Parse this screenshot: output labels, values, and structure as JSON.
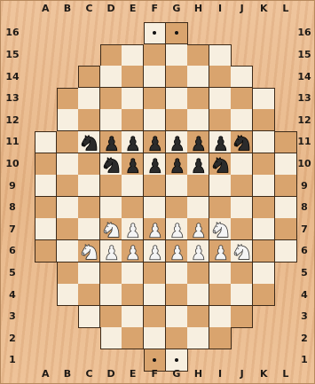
{
  "board": {
    "files": [
      "A",
      "B",
      "C",
      "D",
      "E",
      "F",
      "G",
      "H",
      "I",
      "J",
      "K",
      "L"
    ],
    "ranks": [
      "16",
      "15",
      "14",
      "13",
      "12",
      "11",
      "10",
      "9",
      "8",
      "7",
      "6",
      "5",
      "4",
      "3",
      "2",
      "1"
    ],
    "row_ranges": [
      [
        5,
        6
      ],
      [
        3,
        8
      ],
      [
        2,
        9
      ],
      [
        1,
        10
      ],
      [
        1,
        10
      ],
      [
        0,
        11
      ],
      [
        0,
        11
      ],
      [
        0,
        11
      ],
      [
        0,
        11
      ],
      [
        0,
        11
      ],
      [
        0,
        11
      ],
      [
        1,
        10
      ],
      [
        1,
        10
      ],
      [
        2,
        9
      ],
      [
        3,
        8
      ],
      [
        5,
        6
      ]
    ],
    "colors": {
      "light": "#f7efe0",
      "dark": "#d9a46e",
      "frame": "#e9b989"
    },
    "marked_squares": [
      "F16",
      "G16",
      "F1",
      "G1"
    ]
  },
  "pieces": [
    {
      "type": "knight",
      "color": "black",
      "square": "C11"
    },
    {
      "type": "pawn",
      "color": "black",
      "square": "D11"
    },
    {
      "type": "pawn",
      "color": "black",
      "square": "E11"
    },
    {
      "type": "pawn",
      "color": "black",
      "square": "F11"
    },
    {
      "type": "pawn",
      "color": "black",
      "square": "G11"
    },
    {
      "type": "pawn",
      "color": "black",
      "square": "H11"
    },
    {
      "type": "pawn",
      "color": "black",
      "square": "I11"
    },
    {
      "type": "knight",
      "color": "black",
      "square": "J11"
    },
    {
      "type": "knight",
      "color": "black",
      "square": "D10"
    },
    {
      "type": "pawn",
      "color": "black",
      "square": "E10"
    },
    {
      "type": "pawn",
      "color": "black",
      "square": "F10"
    },
    {
      "type": "pawn",
      "color": "black",
      "square": "G10"
    },
    {
      "type": "pawn",
      "color": "black",
      "square": "H10"
    },
    {
      "type": "knight",
      "color": "black",
      "square": "I10"
    },
    {
      "type": "knight",
      "color": "white",
      "square": "D7"
    },
    {
      "type": "pawn",
      "color": "white",
      "square": "E7"
    },
    {
      "type": "pawn",
      "color": "white",
      "square": "F7"
    },
    {
      "type": "pawn",
      "color": "white",
      "square": "G7"
    },
    {
      "type": "pawn",
      "color": "white",
      "square": "H7"
    },
    {
      "type": "knight",
      "color": "white",
      "square": "I7"
    },
    {
      "type": "knight",
      "color": "white",
      "square": "C6"
    },
    {
      "type": "pawn",
      "color": "white",
      "square": "D6"
    },
    {
      "type": "pawn",
      "color": "white",
      "square": "E6"
    },
    {
      "type": "pawn",
      "color": "white",
      "square": "F6"
    },
    {
      "type": "pawn",
      "color": "white",
      "square": "G6"
    },
    {
      "type": "pawn",
      "color": "white",
      "square": "H6"
    },
    {
      "type": "pawn",
      "color": "white",
      "square": "I6"
    },
    {
      "type": "knight",
      "color": "white",
      "square": "J6"
    }
  ]
}
